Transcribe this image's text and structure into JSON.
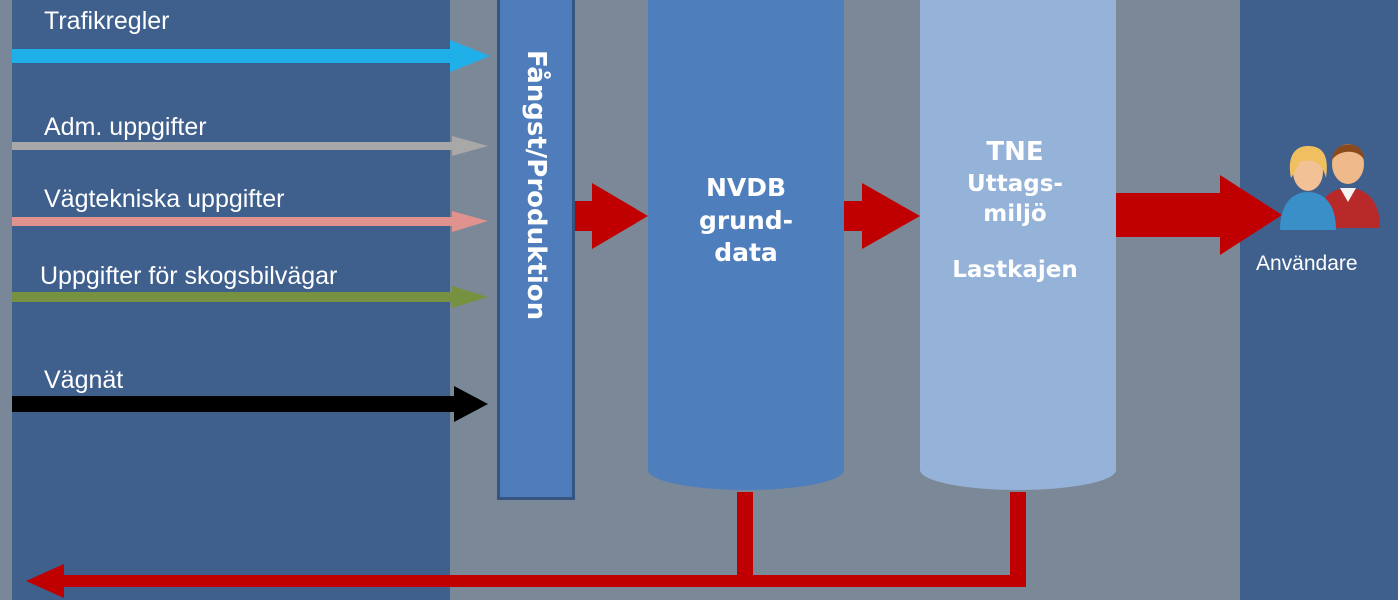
{
  "inputs": [
    {
      "label": "Trafikregler",
      "color": "#1fb0ea"
    },
    {
      "label": "Adm. uppgifter",
      "color": "#a8a8a8"
    },
    {
      "label": "Vägtekniska uppgifter",
      "color": "#e0938e"
    },
    {
      "label": "Uppgifter för skogsbilvägar",
      "color": "#76913f"
    },
    {
      "label": "Vägnät",
      "color": "#000000"
    }
  ],
  "capture": {
    "label": "Fångst/Produktion",
    "color": "#4f7dbb"
  },
  "nvdb": {
    "line1": "NVDB",
    "line2": "grund-",
    "line3": "data",
    "color": "#4f7ebc"
  },
  "tne": {
    "line1": "TNE",
    "line2": "Uttags-",
    "line3": "miljö",
    "line4": "Lastkajen",
    "color": "#95b2d8"
  },
  "users": {
    "label": "Användare"
  },
  "flow_color": "#c00000"
}
